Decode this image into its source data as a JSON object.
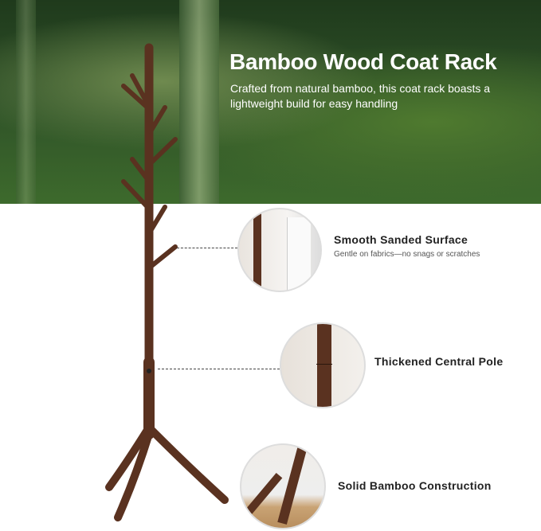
{
  "header": {
    "title": "Bamboo Wood Coat Rack",
    "subtitle": "Crafted from natural bamboo, this coat rack boasts a lightweight build for easy handling"
  },
  "features": [
    {
      "title": "Smooth Sanded Surface",
      "desc": "Gentle on fabrics—no snags or scratches"
    },
    {
      "title": "Thickened Central Pole"
    },
    {
      "title": "Solid Bamboo Construction"
    }
  ],
  "colors": {
    "wood": "#5a3220",
    "banner": "#2f5228"
  }
}
